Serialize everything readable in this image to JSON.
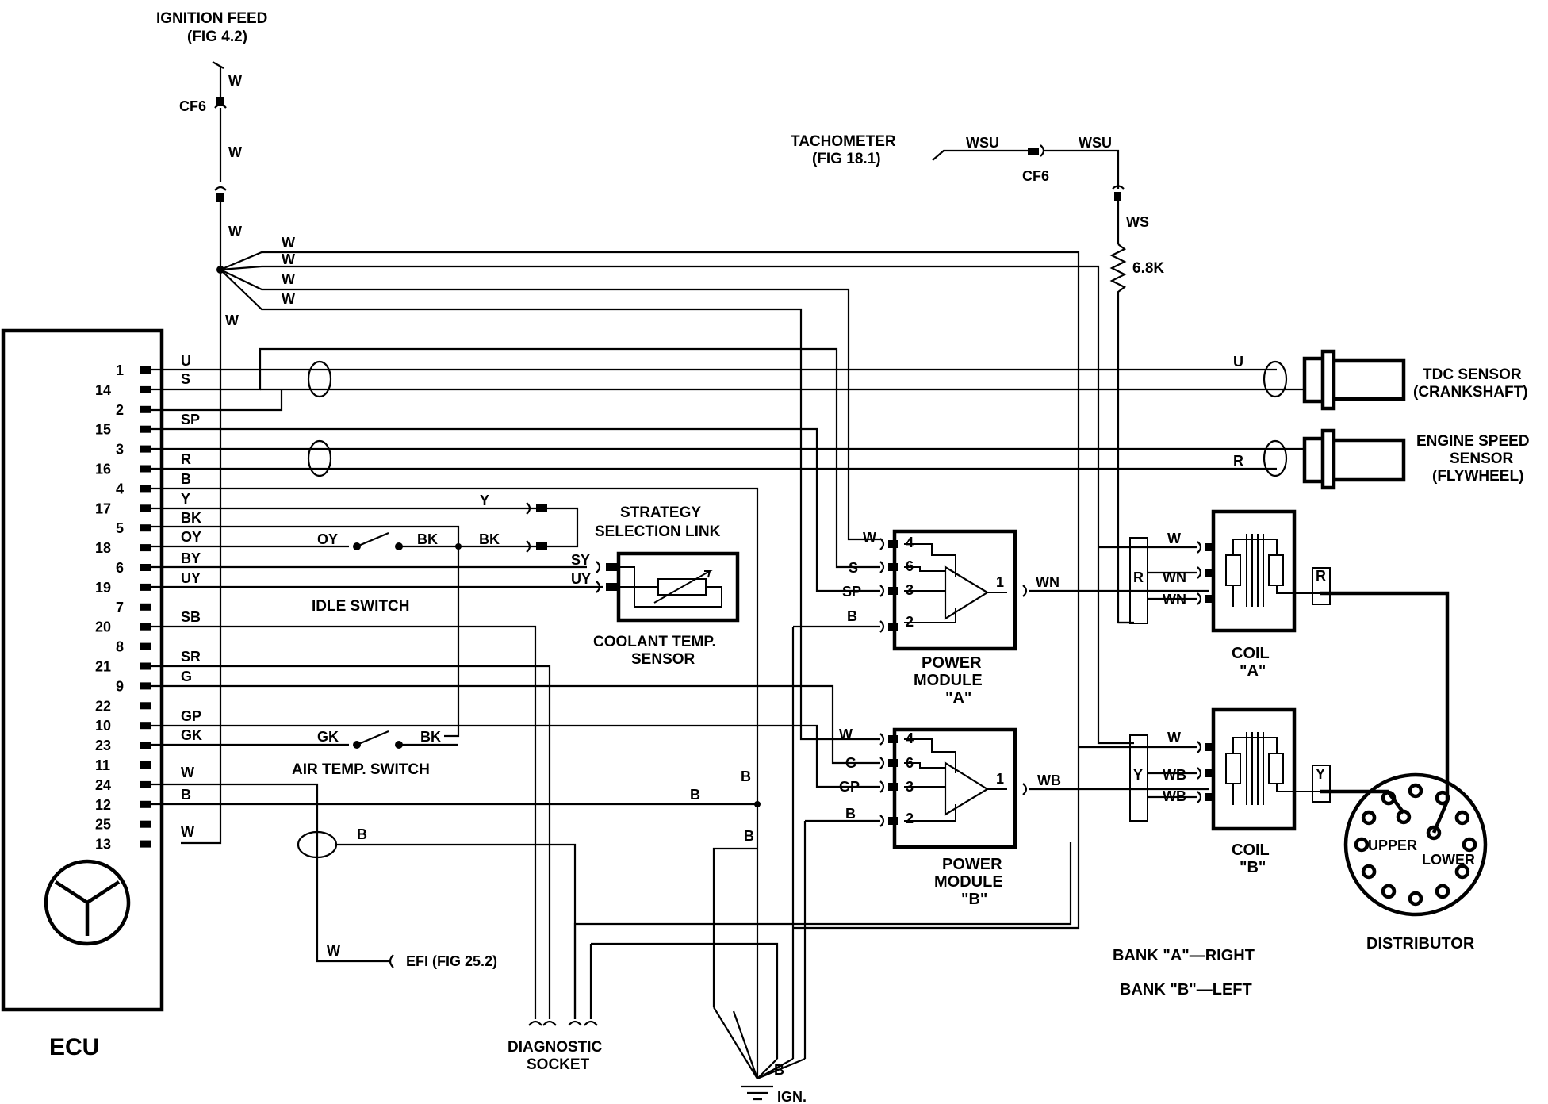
{
  "title": "",
  "ecu": {
    "name": "ECU",
    "pins": [
      "1",
      "14",
      "2",
      "15",
      "3",
      "16",
      "4",
      "17",
      "5",
      "18",
      "6",
      "19",
      "7",
      "20",
      "8",
      "21",
      "9",
      "22",
      "10",
      "23",
      "11",
      "24",
      "12",
      "25",
      "13"
    ]
  },
  "ignition_feed": {
    "name": "IGNITION FEED",
    "ref": "(FIG 4.2)",
    "connector": "CF6"
  },
  "tachometer": {
    "name": "TACHOMETER",
    "ref": "(FIG 18.1)",
    "connector": "CF6"
  },
  "resistor": {
    "value": "6.8K"
  },
  "wire_colors": {
    "W": "W",
    "WSU": "WSU",
    "WS": "WS",
    "U": "U",
    "S": "S",
    "SP": "SP",
    "R": "R",
    "B": "B",
    "Y": "Y",
    "BK": "BK",
    "OY": "OY",
    "BY": "BY",
    "UY": "UY",
    "SB": "SB",
    "SR": "SR",
    "G": "G",
    "GP": "GP",
    "GK": "GK",
    "SY": "SY",
    "WN": "WN",
    "WB": "WB"
  },
  "tdc_sensor": {
    "line1": "TDC SENSOR",
    "line2": "(CRANKSHAFT)"
  },
  "speed_sensor": {
    "line1": "ENGINE SPEED",
    "line2": "SENSOR",
    "line3": "(FLYWHEEL)"
  },
  "strategy_link": {
    "line1": "STRATEGY",
    "line2": "SELECTION LINK"
  },
  "coolant_sensor": {
    "line1": "COOLANT TEMP.",
    "line2": "SENSOR"
  },
  "idle_switch": {
    "name": "IDLE SWITCH"
  },
  "air_temp_switch": {
    "name": "AIR TEMP. SWITCH"
  },
  "power_module_a": {
    "line1": "POWER",
    "line2": "MODULE",
    "line3": "\"A\"",
    "pins": [
      "4",
      "6",
      "3",
      "2",
      "1"
    ]
  },
  "power_module_b": {
    "line1": "POWER",
    "line2": "MODULE",
    "line3": "\"B\"",
    "pins": [
      "4",
      "6",
      "3",
      "2",
      "1"
    ]
  },
  "coil_a": {
    "line1": "COIL",
    "line2": "\"A\""
  },
  "coil_b": {
    "line1": "COIL",
    "line2": "\"B\""
  },
  "block_labels": {
    "r": "R",
    "y": "Y"
  },
  "distributor": {
    "name": "DISTRIBUTOR",
    "upper": "UPPER",
    "lower": "LOWER"
  },
  "efi": {
    "label": "EFI (FIG 25.2)"
  },
  "diagnostic_socket": {
    "line1": "DIAGNOSTIC",
    "line2": "SOCKET"
  },
  "ground": {
    "label": "IGN."
  },
  "bank_notes": {
    "a": "BANK \"A\"—RIGHT",
    "b": "BANK \"B\"—LEFT"
  }
}
